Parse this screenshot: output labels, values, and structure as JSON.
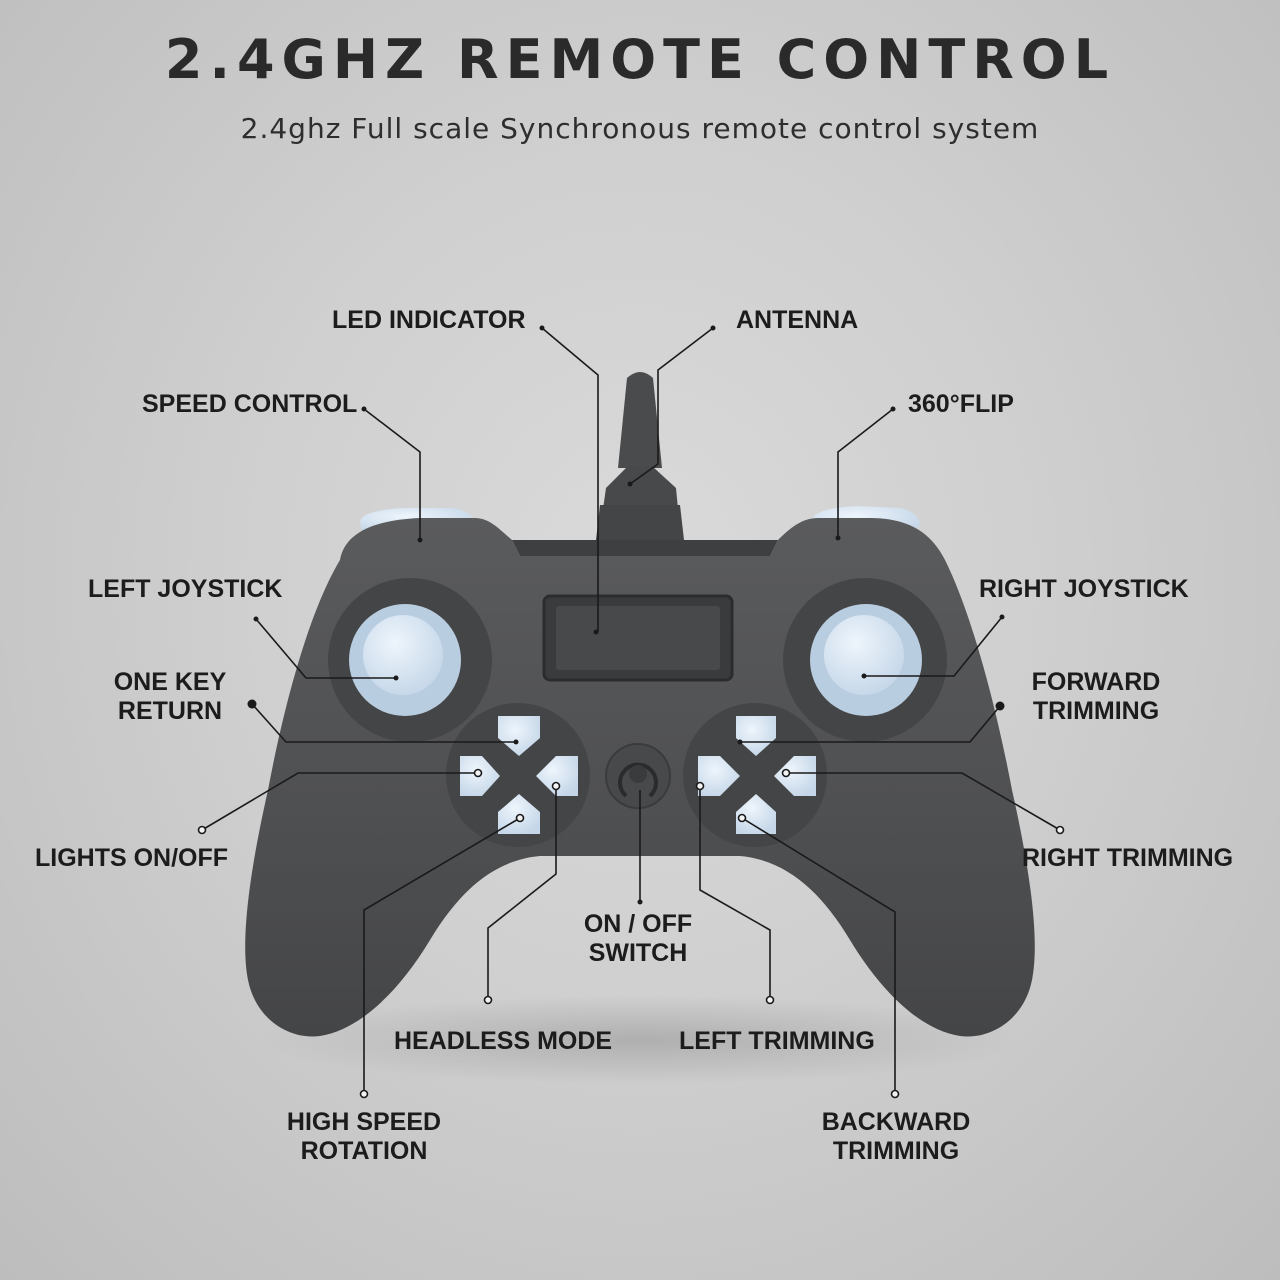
{
  "title": "2.4GHZ  REMOTE CONTROL",
  "subtitle": "2.4ghz Full scale Synchronous remote control system",
  "colors": {
    "body": "#505153",
    "body_dark": "#3f4042",
    "button": "#dbe8f5",
    "button_shade": "#b7cce0",
    "text": "#1c1c1c"
  },
  "labels": {
    "led_indicator": "LED INDICATOR",
    "antenna": "ANTENNA",
    "speed_control": "SPEED CONTROL",
    "flip": "360°FLIP",
    "left_joystick": "LEFT JOYSTICK",
    "right_joystick": "RIGHT JOYSTICK",
    "one_key_return": "ONE KEY\nRETURN",
    "forward_trimming": "FORWARD\nTRIMMING",
    "lights": "LIGHTS ON/OFF",
    "right_trimming": "RIGHT TRIMMING",
    "on_off_switch": "ON / OFF\nSWITCH",
    "headless_mode": "HEADLESS MODE",
    "left_trimming": "LEFT TRIMMING",
    "high_speed_rotation": "HIGH SPEED\nROTATION",
    "backward_trimming": "BACKWARD\nTRIMMING"
  }
}
